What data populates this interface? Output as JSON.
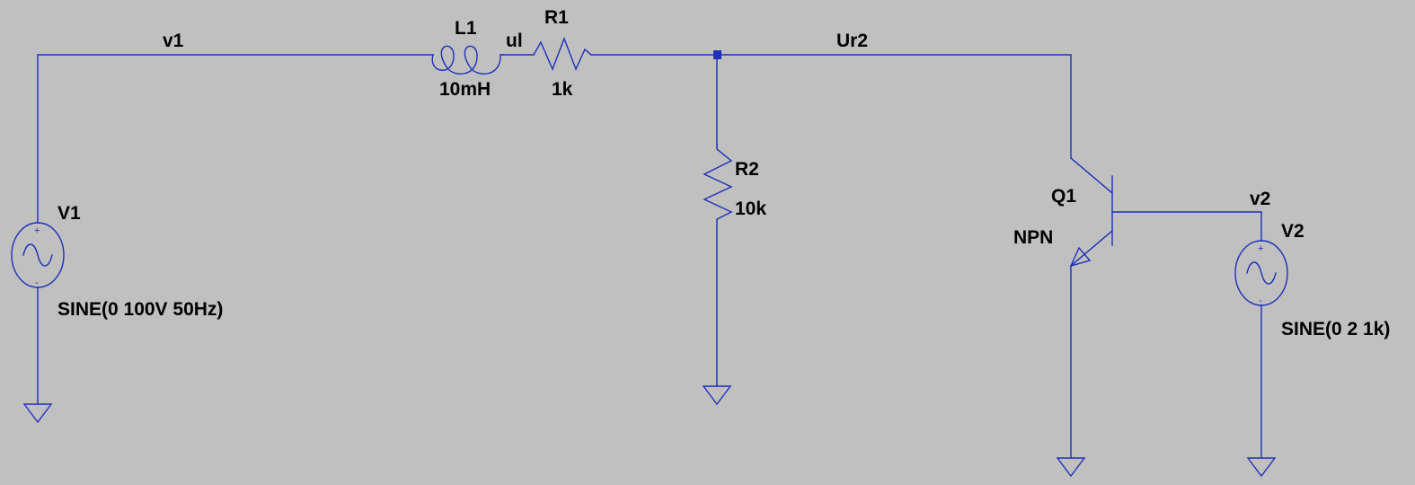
{
  "colors": {
    "background": "#c0c0c0",
    "wire": "#1f2fb8",
    "text": "#000000"
  },
  "nets": {
    "v1": "v1",
    "ul": "ul",
    "ur2": "Ur2",
    "v2": "v2"
  },
  "components": {
    "L1": {
      "name": "L1",
      "value": "10mH"
    },
    "R1": {
      "name": "R1",
      "value": "1k"
    },
    "R2": {
      "name": "R2",
      "value": "10k"
    },
    "Q1": {
      "name": "Q1",
      "model": "NPN"
    },
    "V1": {
      "name": "V1",
      "value": "SINE(0 100V 50Hz)"
    },
    "V2": {
      "name": "V2",
      "value": "SINE(0 2 1k)"
    }
  },
  "source_polarity": {
    "plus": "+",
    "minus": "-"
  }
}
